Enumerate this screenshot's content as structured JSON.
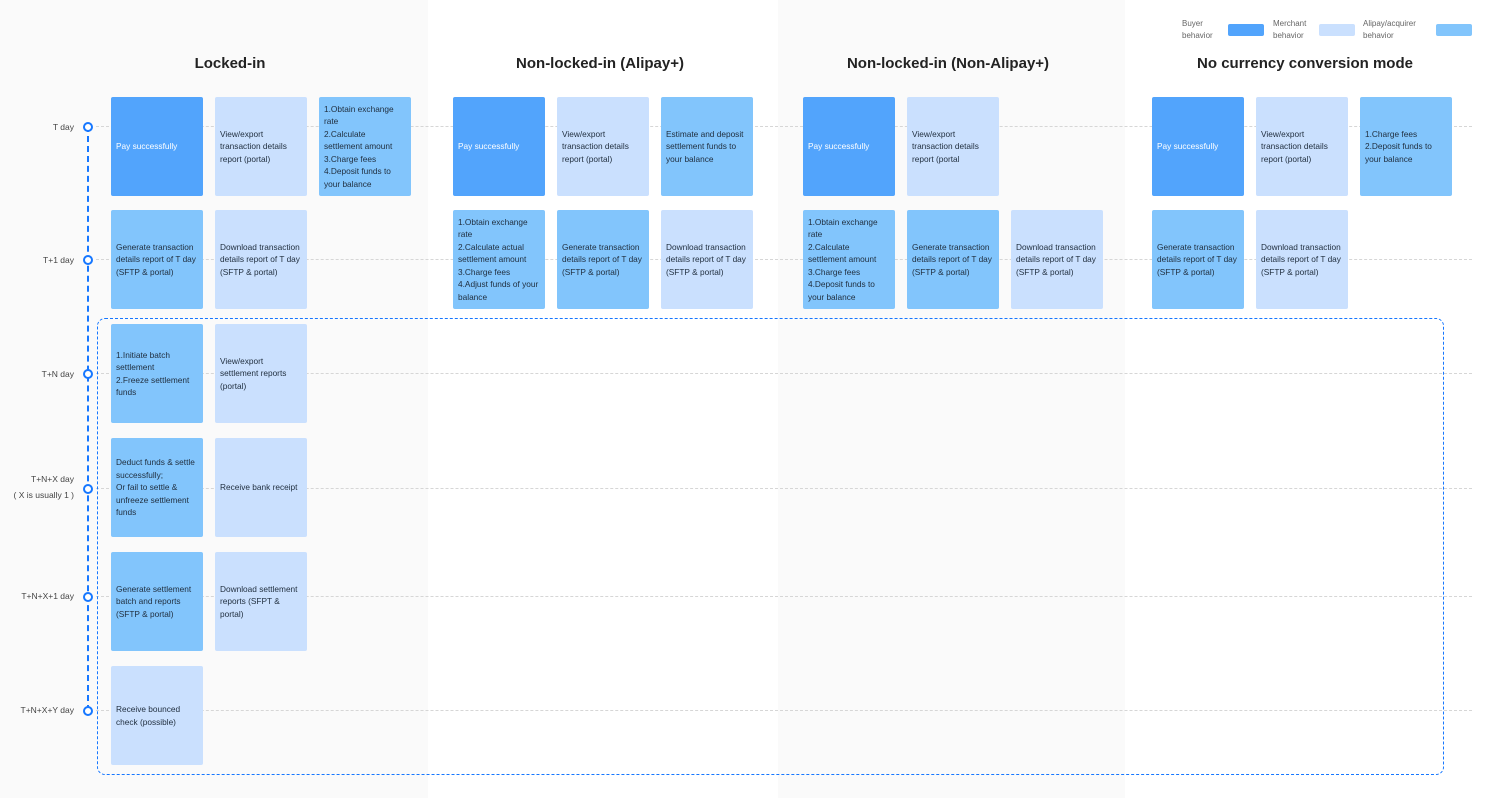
{
  "legend": {
    "buyer": "Buyer\nbehavior",
    "merchant": "Merchant\nbehavior",
    "acquirer": "Alipay/acquirer\nbehavior",
    "colors": {
      "buyer": "#52a4fc",
      "merchant": "#cae0fe",
      "acquirer": "#82c5fc"
    }
  },
  "sections": {
    "locked": "Locked-in",
    "nonlocked_alipay": "Non-locked-in (Alipay+)",
    "nonlocked_nonalipay": "Non-locked-in (Non-Alipay+)",
    "no_conversion": "No currency conversion mode"
  },
  "rows": {
    "t": "T day",
    "t1": "T+1 day",
    "tn": "T+N day",
    "tnx": "T+N+X day",
    "tnx_note": "( X is usually 1 )",
    "tnx1": "T+N+X+1 day",
    "tnxy": "T+N+X+Y day"
  },
  "cards": {
    "l_t_1": "Pay successfully",
    "l_t_2": "View/export transaction details report (portal)",
    "l_t_3": "1.Obtain exchange rate\n2.Calculate settlement amount\n3.Charge fees\n4.Deposit funds to your balance",
    "l_t1_1": "Generate transaction details report of T day (SFTP & portal)",
    "l_t1_2": "Download transaction details report of T day (SFTP & portal)",
    "l_tn_1": "1.Initiate batch settlement\n2.Freeze settlement funds",
    "l_tn_2": "View/export settlement reports (portal)",
    "l_tnx_1": "Deduct funds & settle successfully;\nOr fail to settle & unfreeze settlement funds",
    "l_tnx_2": "Receive bank receipt",
    "l_tnx1_1": "Generate settlement batch and reports (SFTP & portal)",
    "l_tnx1_2": "Download settlement reports (SFPT & portal)",
    "l_tnxy_1": "Receive bounced check (possible)",
    "a_t_1": "Pay successfully",
    "a_t_2": "View/export transaction details report (portal)",
    "a_t_3": "Estimate and deposit settlement funds to your balance",
    "a_t1_1": "1.Obtain exchange rate\n2.Calculate actual settlement amount\n3.Charge fees\n4.Adjust funds of your balance",
    "a_t1_2": "Generate transaction details report of T day (SFTP & portal)",
    "a_t1_3": "Download transaction details report of T day (SFTP & portal)",
    "n_t_1": "Pay successfully",
    "n_t_2": "View/export transaction details report (portal",
    "n_t1_1": "1.Obtain exchange rate\n2.Calculate settlement amount\n3.Charge fees\n4.Deposit funds to your balance",
    "n_t1_2": "Generate transaction details report of T day (SFTP & portal)",
    "n_t1_3": "Download transaction details report of T day (SFTP & portal)",
    "c_t_1": "Pay successfully",
    "c_t_2": "View/export transaction details report (portal)",
    "c_t_3": "1.Charge fees\n2.Deposit funds to your balance",
    "c_t1_1": "Generate transaction details report of T day (SFTP & portal)",
    "c_t1_2": "Download transaction details report of T day (SFTP & portal)"
  }
}
